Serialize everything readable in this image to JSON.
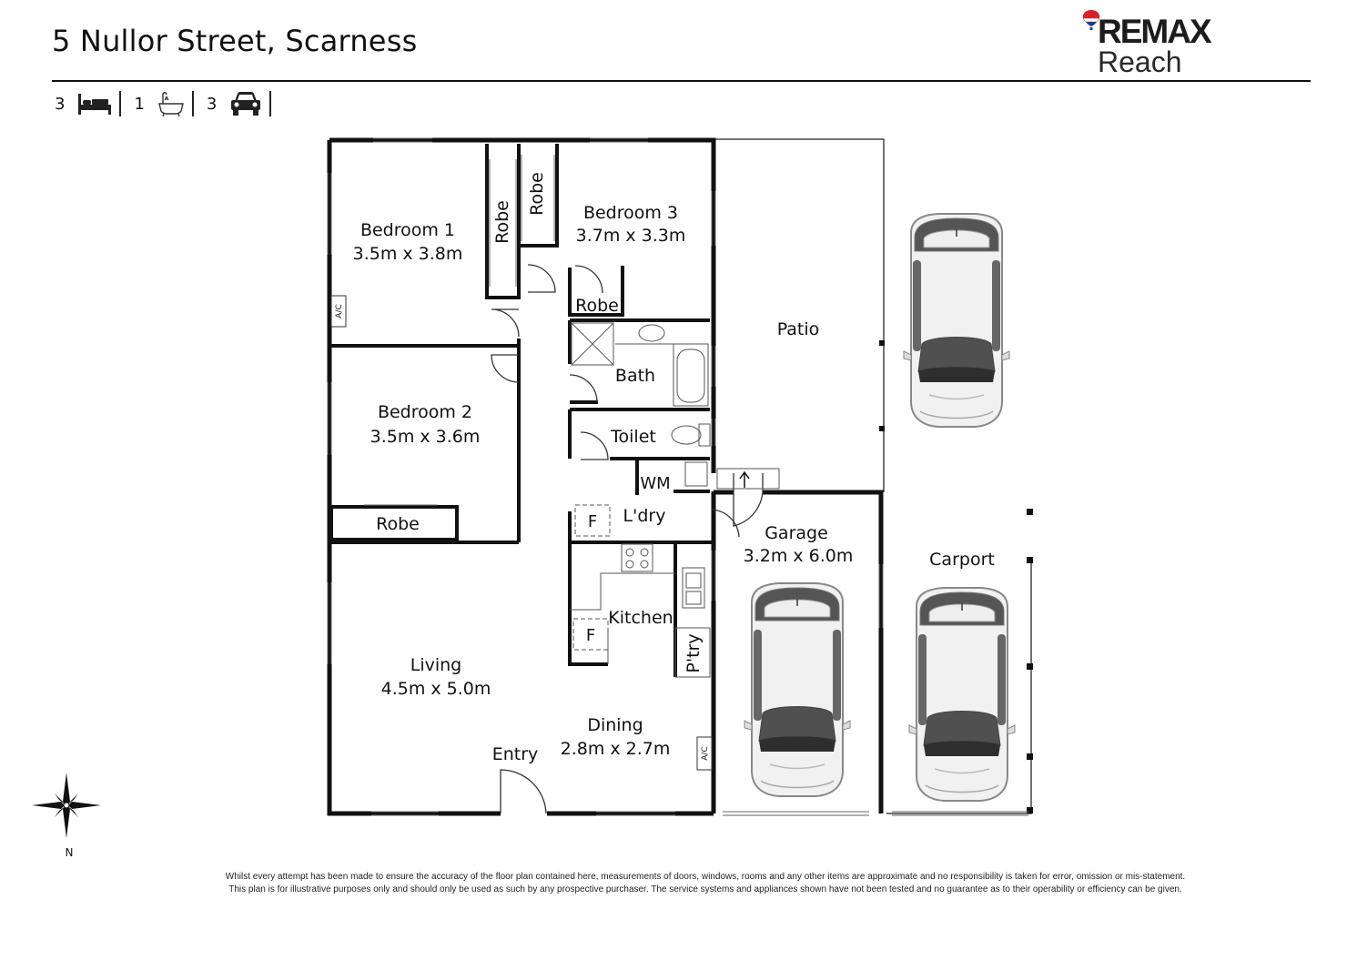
{
  "header": {
    "title": "5 Nullor Street, Scarness",
    "brand": "REMAX",
    "brand_sub": "Reach",
    "brand_colors": {
      "red": "#d8222a",
      "blue": "#1c3f8c"
    }
  },
  "stats": [
    {
      "value": "3",
      "icon": "bed-icon"
    },
    {
      "value": "1",
      "icon": "bath-icon"
    },
    {
      "value": "3",
      "icon": "car-icon"
    }
  ],
  "rooms": {
    "bedroom1": {
      "name": "Bedroom 1",
      "size": "3.5m x 3.8m"
    },
    "bedroom2": {
      "name": "Bedroom 2",
      "size": "3.5m x 3.6m"
    },
    "bedroom3": {
      "name": "Bedroom 3",
      "size": "3.7m x 3.3m"
    },
    "living": {
      "name": "Living",
      "size": "4.5m x 5.0m"
    },
    "dining": {
      "name": "Dining",
      "size": "2.8m x 2.7m"
    },
    "garage": {
      "name": "Garage",
      "size": "3.2m x 6.0m"
    },
    "patio": {
      "name": "Patio"
    },
    "carport": {
      "name": "Carport"
    },
    "bath": {
      "name": "Bath"
    },
    "toilet": {
      "name": "Toilet"
    },
    "laundry": {
      "name": "L'dry"
    },
    "kitchen": {
      "name": "Kitchen"
    },
    "pantry": {
      "name": "P'try"
    },
    "entry": {
      "name": "Entry"
    },
    "wm": {
      "name": "WM"
    },
    "robe": "Robe",
    "fridge": "F",
    "ac": "A/C"
  },
  "compass": {
    "label": "N"
  },
  "disclaimer": {
    "line1": "Whilst every attempt has been made to ensure the accuracy of the floor plan contained here, measurements of doors, windows, rooms and any other items are approximate and no responsibility is taken for error, omission  or mis-statement.",
    "line2": "This plan is for illustrative purposes only and should only be used as such by any prospective purchaser. The service systems and appliances shown have not been tested and no guarantee as to their operability or efficiency can be given."
  }
}
